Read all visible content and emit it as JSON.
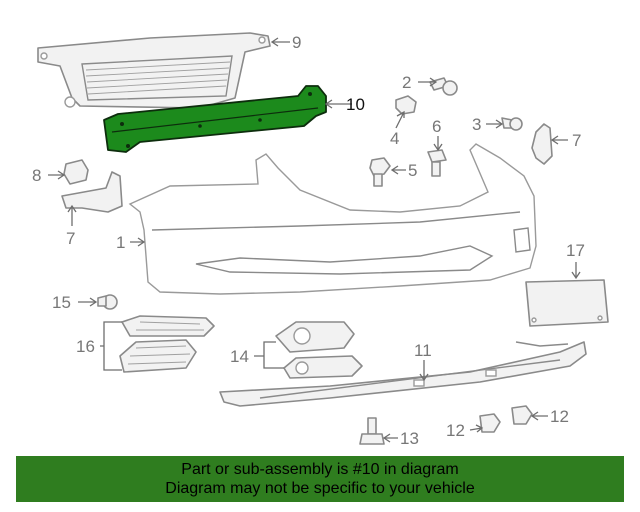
{
  "diagram": {
    "callouts": {
      "c1": "1",
      "c2": "2",
      "c3": "3",
      "c4": "4",
      "c5": "5",
      "c6": "6",
      "c7a": "7",
      "c7b": "7",
      "c8": "8",
      "c9": "9",
      "c10": "10",
      "c11": "11",
      "c12a": "12",
      "c12b": "12",
      "c13": "13",
      "c14": "14",
      "c15": "15",
      "c16": "16",
      "c17": "17"
    },
    "highlight_color": "#1c8a1c"
  },
  "footer": {
    "line1": "Part or sub-assembly is #10 in diagram",
    "line2": "Diagram may not be specific to your vehicle",
    "background_color": "#2f7d1f"
  }
}
